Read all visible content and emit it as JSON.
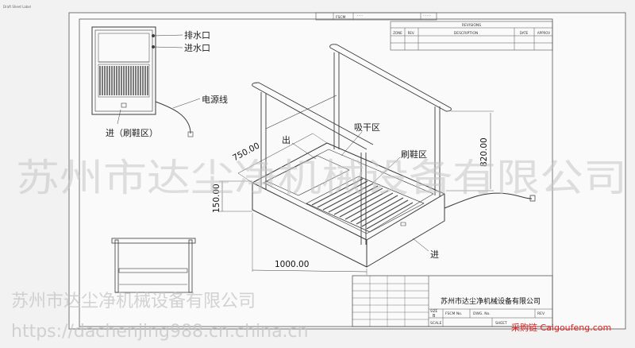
{
  "header": {
    "corner_note": "Draft Sheet Label",
    "fscm_label": "FSCM",
    "fscm_value": "- - -",
    "dwg_value": "- - - -",
    "revisions_title": "REVISIONS",
    "revisions_columns": [
      "ZONE",
      "REV.",
      "DESCRIPTION",
      "DATE",
      "APPROV"
    ]
  },
  "labels": {
    "drain_port": "排水口",
    "inlet_port": "进水口",
    "power_cord": "电源线",
    "entry_brush_zone": "进（刷鞋区）",
    "exit": "出",
    "dry_zone": "吸干区",
    "brush_zone": "刷鞋区",
    "entry": "进"
  },
  "dimensions": {
    "depth": "750.00",
    "height_rail": "820.00",
    "height_base": "150.00",
    "width": "1000.00"
  },
  "title_block": {
    "company": "苏州市达尘净机械设备有限公司",
    "fscm_no": "FSCM No.",
    "dwg_no": "DWG. No.",
    "rev": "REV",
    "size": "SIZE",
    "size_value": "B",
    "scale": "SCALE",
    "sheet": "SHEET"
  },
  "watermarks": {
    "center": "苏州市达尘净机械设备有限公司",
    "bottom_left": "苏州市达尘净机械设备有限公司",
    "url": "https://dachenjing988.cn.china.cn",
    "source": "采购链 Caigoufeng.com"
  },
  "colors": {
    "line": "#3a3a3a",
    "source_red": "#e02020",
    "watermark": "#c8c8c8"
  }
}
